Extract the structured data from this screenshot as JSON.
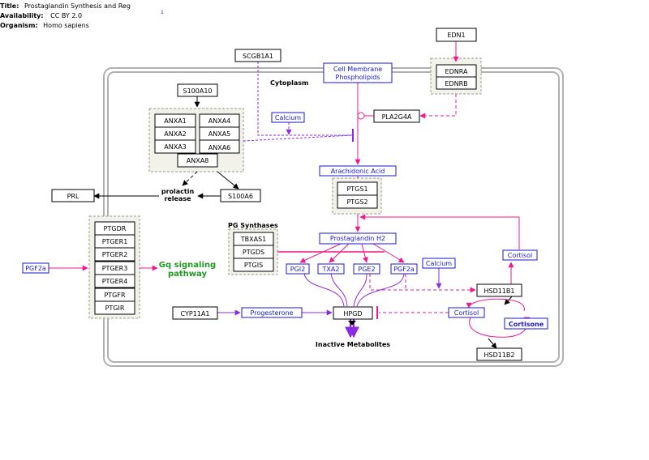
{
  "header": {
    "title_label": "Title:",
    "title_value": "Prostaglandin Synthesis and Reg",
    "availability_label": "Availability:",
    "availability_value": "CC BY 2.0",
    "organism_label": "Organism:",
    "organism_value": "Homo sapiens",
    "ref_marker": "1"
  },
  "labels": {
    "cytoplasm": "Cytoplasm",
    "pg_synthases": "PG Synthases",
    "prolactin_release_1": "prolactin",
    "prolactin_release_2": "release",
    "gq_1": "Gq signaling",
    "gq_2": "pathway",
    "inactive": "Inactive Metabolites"
  },
  "nodes": {
    "edn1": "EDN1",
    "ednra": "EDNRA",
    "ednrb": "EDNRB",
    "scgb1a1": "SCGB1A1",
    "cell_membrane_1": "Cell Membrane",
    "cell_membrane_2": "Phospholipids",
    "s100a10": "S100A10",
    "calcium1": "Calcium",
    "pla2g4a": "PLA2G4A",
    "anxa1": "ANXA1",
    "anxa4": "ANXA4",
    "anxa2": "ANXA2",
    "anxa5": "ANXA5",
    "anxa3": "ANXA3",
    "anxa6": "ANXA6",
    "anxa8": "ANXA8",
    "arachidonic": "Arachidonic Acid",
    "ptgs1": "PTGS1",
    "ptgs2": "PTGS2",
    "prl": "PRL",
    "s100a6": "S100A6",
    "ptgdr": "PTGDR",
    "ptger1": "PTGER1",
    "ptger2": "PTGER2",
    "ptger3": "PTGER3",
    "ptger4": "PTGER4",
    "ptgfr": "PTGFR",
    "ptgir": "PTGIR",
    "tbxas1": "TBXAS1",
    "ptgds": "PTGDS",
    "ptgis": "PTGIS",
    "prostaglandin_h2": "Prostaglandin H2",
    "cortisol_top": "Cortisol",
    "pgf2a_left": "PGF2a",
    "pgi2": "PGI2",
    "txa2": "TXA2",
    "pge2": "PGE2",
    "pgf2a": "PGF2a",
    "calcium2": "Calcium",
    "hsd11b1": "HSD11B1",
    "cyp11a1": "CYP11A1",
    "progesterone": "Progesterone",
    "hpgd": "HPGD",
    "cortisol": "Cortisol",
    "cortisone": "Cortisone",
    "hsd11b2": "HSD11B2"
  },
  "colors": {
    "gene_border": "#000000",
    "metabolite": "#1a1acd",
    "pink": "#ee1a8c",
    "purple": "#8a2be2",
    "gq_green": "#1f9a1f",
    "group_fill": "#f2f2ea",
    "group_border": "#9a9a8a",
    "compartment": "#b0b0b0"
  }
}
